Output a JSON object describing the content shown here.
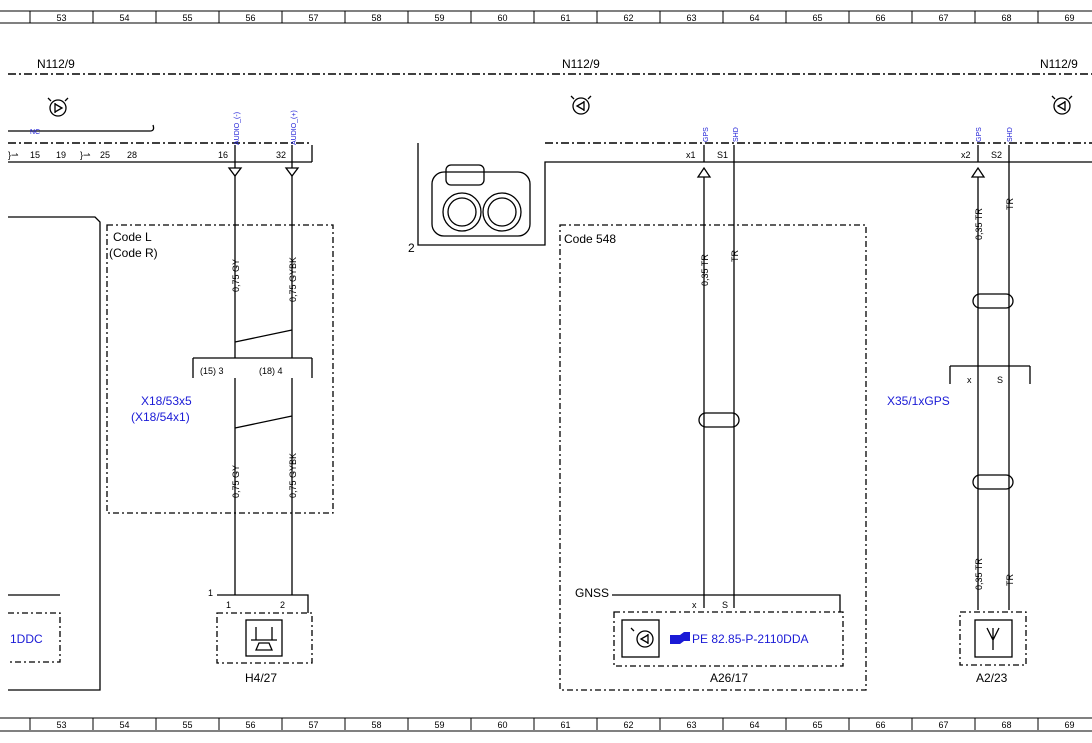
{
  "grid_numbers": [
    "53",
    "54",
    "55",
    "56",
    "57",
    "58",
    "59",
    "60",
    "61",
    "62",
    "63",
    "64",
    "65",
    "66",
    "67",
    "68",
    "69"
  ],
  "modules": {
    "left": "N112/9",
    "center": "N112/9",
    "right": "N112/9"
  },
  "top_pins": {
    "nc": "NC",
    "p15": "15",
    "p19": "19",
    "p25": "25",
    "p28": "28",
    "p16": "16",
    "p32": "32",
    "audio_minus": "AUDIO_(-)",
    "audio_plus": "AUDIO_(+)",
    "gps1": "GPS",
    "shd1": "SHD",
    "x1": "x1",
    "s1": "S1",
    "gps2": "GPS",
    "shd2": "SHD",
    "x2": "x2",
    "s2": "S2"
  },
  "connector_photo_label": "2",
  "code_boxes": {
    "code_l": "Code L",
    "code_r": "(Code R)",
    "code_548": "Code 548"
  },
  "wires": {
    "w1_upper": "0,75 GY",
    "w2_upper": "0,75 GYBK",
    "w1_lower": "0,75 GY",
    "w2_lower": "0,75 GYBK",
    "w3": "0,35 TR",
    "w4": "TR",
    "w5_upper": "0,35 TR",
    "w6_upper": "TR",
    "w5_lower": "0,35 TR",
    "w6_lower": "TR"
  },
  "connectors": {
    "x18_pin15": "(15) 3",
    "x18_pin18": "(18) 4",
    "x18_name": "X18/53x5",
    "x18_alt": "(X18/54x1)",
    "x35_x": "x",
    "x35_s": "S",
    "x35_name": "X35/1xGPS"
  },
  "components": {
    "left_partial": "1DDC",
    "h4_pin_group": "1",
    "h4_pin1": "1",
    "h4_pin2": "2",
    "h4_name": "H4/27",
    "gnss": "GNSS",
    "a26_x": "x",
    "a26_s": "S",
    "a26_ref": "PE 82.85-P-2110DDA",
    "a26_name": "A26/17",
    "a2_name": "A2/23"
  },
  "colors": {
    "link_blue": "#1a1ad6",
    "line": "#000000"
  }
}
